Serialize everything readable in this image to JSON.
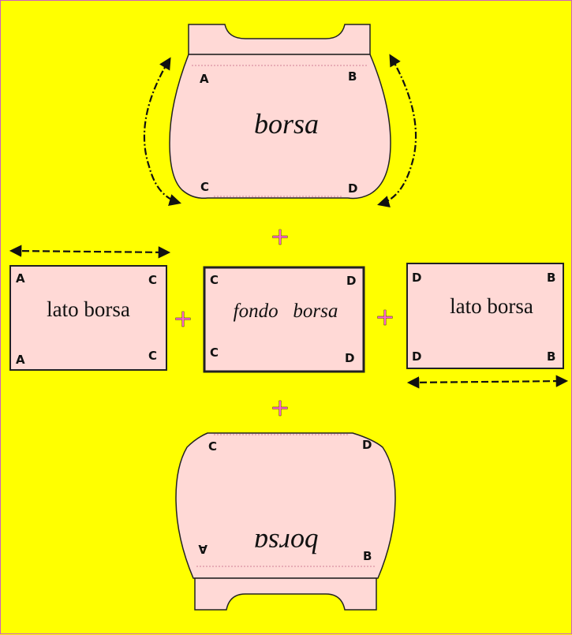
{
  "colors": {
    "background": "#ffff00",
    "piece_fill": "#ffd9d6",
    "border": "#d060c0",
    "plus": "#ff66cc"
  },
  "top_piece": {
    "label": "borsa",
    "corners": [
      "A",
      "B",
      "C",
      "D"
    ]
  },
  "left_side": {
    "label": "lato borsa",
    "corners": [
      "A",
      "C",
      "A",
      "C"
    ]
  },
  "bottom_panel": {
    "label": "fondo   borsa",
    "corners": [
      "C",
      "D",
      "C",
      "D"
    ]
  },
  "right_side": {
    "label": "lato borsa",
    "corners": [
      "D",
      "B",
      "D",
      "B"
    ]
  },
  "bottom_piece": {
    "label": "borsa",
    "corners": [
      "C",
      "D",
      "A",
      "B"
    ]
  },
  "plus_sign": "+"
}
